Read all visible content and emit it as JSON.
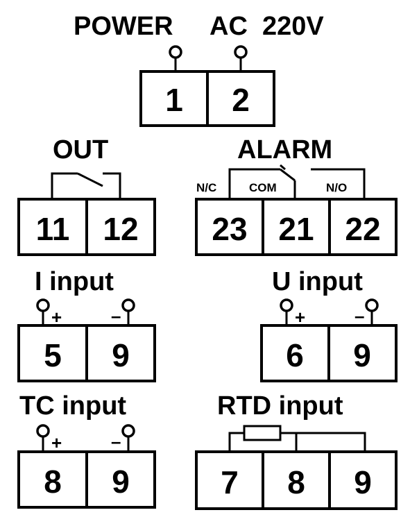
{
  "power": {
    "label_a": "POWER",
    "label_b": "AC",
    "label_c": "220V",
    "terminals": [
      "1",
      "2"
    ]
  },
  "out": {
    "label": "OUT",
    "terminals": [
      "11",
      "12"
    ]
  },
  "alarm": {
    "label": "ALARM",
    "nc": "N/C",
    "com": "COM",
    "no": "N/O",
    "terminals": [
      "23",
      "21",
      "22"
    ]
  },
  "i_input": {
    "label": "I input",
    "plus": "+",
    "minus": "–",
    "terminals": [
      "5",
      "9"
    ]
  },
  "u_input": {
    "label": "U input",
    "plus": "+",
    "minus": "–",
    "terminals": [
      "6",
      "9"
    ]
  },
  "tc_input": {
    "label": "TC input",
    "plus": "+",
    "minus": "–",
    "terminals": [
      "8",
      "9"
    ]
  },
  "rtd_input": {
    "label": "RTD input",
    "terminals": [
      "7",
      "8",
      "9"
    ]
  }
}
